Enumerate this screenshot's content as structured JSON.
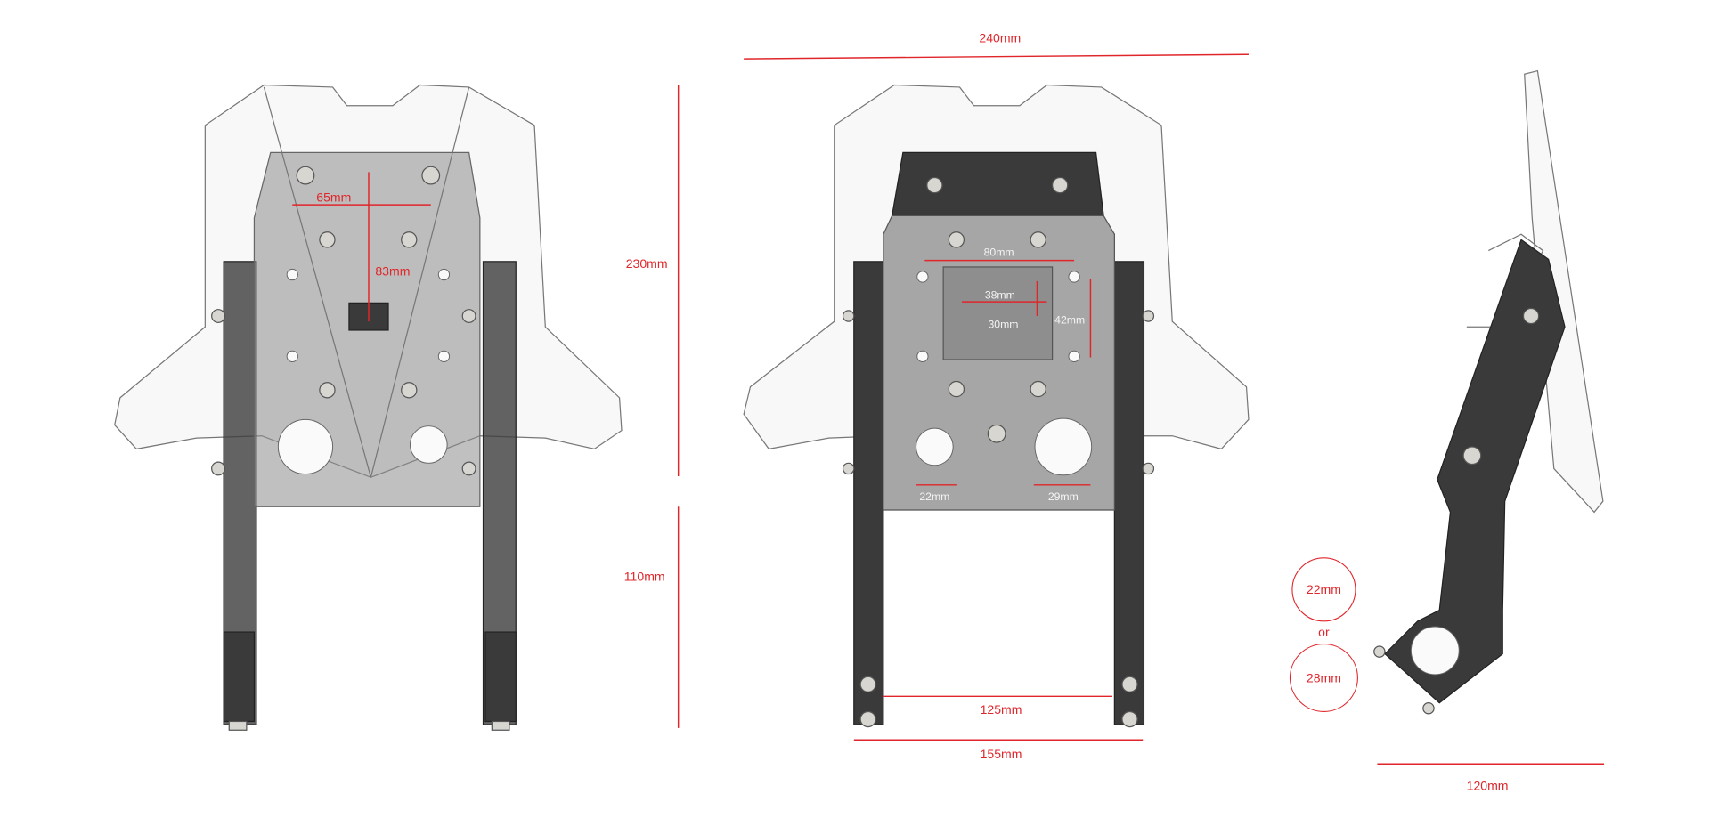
{
  "front_view": {
    "label_65": "65mm",
    "label_83": "83mm",
    "label_230": "230mm",
    "label_110": "110mm"
  },
  "rear_view": {
    "label_240": "240mm",
    "label_80": "80mm",
    "label_38": "38mm",
    "label_30": "30mm",
    "label_42": "42mm",
    "label_22": "22mm",
    "label_29": "29mm",
    "label_125": "125mm",
    "label_155": "155mm"
  },
  "side_view": {
    "clamp_small": "22mm",
    "or": "or",
    "clamp_large": "28mm",
    "label_120": "120mm"
  },
  "colors": {
    "dimension": "#e0262b",
    "bracket": "#3a3a3a",
    "plate": "#a6a6a6"
  }
}
